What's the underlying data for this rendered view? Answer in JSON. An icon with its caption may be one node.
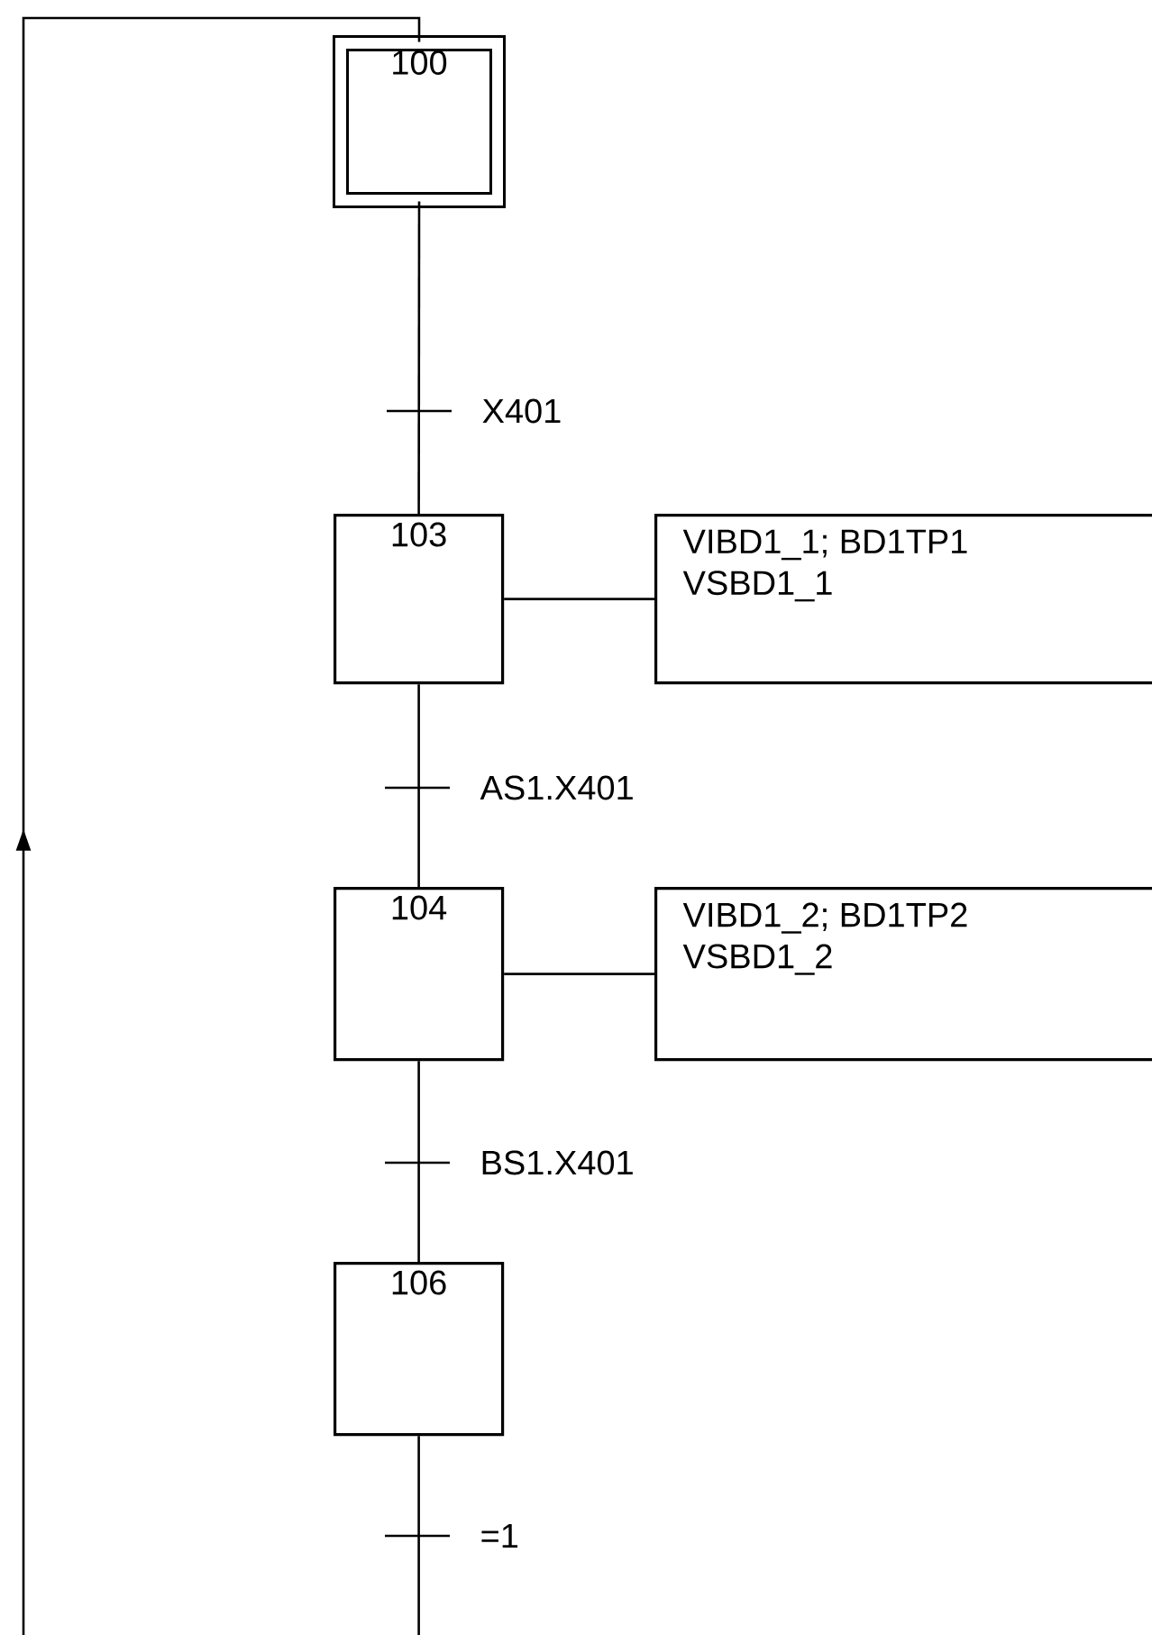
{
  "diagram": {
    "nodes": [
      {
        "text": [
          "100"
        ]
      },
      {
        "text": [
          "103"
        ]
      },
      {
        "text": [
          "VIBD1_1; BD1TP1",
          "VSBD1_1"
        ]
      },
      {
        "text": [
          "104"
        ]
      },
      {
        "text": [
          "VIBD1_2; BD1TP2",
          "VSBD1_2"
        ]
      },
      {
        "text": [
          "106"
        ]
      }
    ],
    "edges": [
      {
        "from": 0,
        "to": 1,
        "arrow": "none",
        "label": "X401"
      },
      {
        "from": 1,
        "to": 2,
        "arrow": "none"
      },
      {
        "from": 1,
        "to": 3,
        "arrow": "none",
        "label": "AS1.X401"
      },
      {
        "from": 3,
        "to": 4,
        "arrow": "none"
      },
      {
        "from": 3,
        "to": 5,
        "arrow": "none",
        "label": "BS1.X401"
      },
      {
        "from": 5,
        "to": 0,
        "arrow": "to",
        "label": "=1"
      }
    ]
  }
}
